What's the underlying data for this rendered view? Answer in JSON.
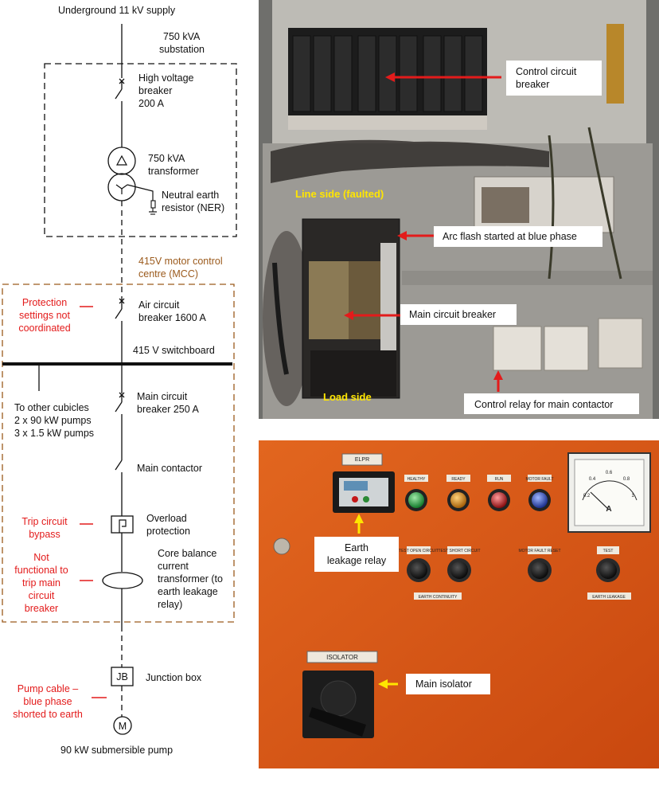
{
  "single_line_diagram": {
    "supply": "Underground 11 kV supply",
    "substation": [
      "750 kVA",
      "substation"
    ],
    "hv_breaker": [
      "High voltage",
      "breaker",
      "200 A"
    ],
    "transformer": [
      "750 kVA",
      "transformer"
    ],
    "ner": [
      "Neutral earth",
      "resistor (NER)"
    ],
    "mcc": [
      "415V motor control",
      "centre (MCC)"
    ],
    "acb": [
      "Air circuit",
      "breaker 1600 A"
    ],
    "protection_note": [
      "Protection",
      "settings not",
      "coordinated"
    ],
    "switchboard": "415 V switchboard",
    "other_cubicles": [
      "To other cubicles",
      "2 x 90 kW pumps",
      "3 x 1.5 kW pumps"
    ],
    "mcb": [
      "Main circuit",
      "breaker 250 A"
    ],
    "main_contactor": "Main contactor",
    "overload": [
      "Overload",
      "protection"
    ],
    "trip_bypass": [
      "Trip circuit",
      "bypass"
    ],
    "cbct": [
      "Core balance",
      "current",
      "transformer (to",
      "earth leakage",
      "relay)"
    ],
    "not_functional": [
      "Not",
      "functional to",
      "trip main",
      "circuit",
      "breaker"
    ],
    "junction_box": "Junction box",
    "jb_symbol": "JB",
    "pump_cable": [
      "Pump cable –",
      "blue phase",
      "shorted to earth"
    ],
    "motor_symbol": "M",
    "pump": "90 kW submersible pump",
    "colors": {
      "line": "#111111",
      "mcc_border": "#9b5a1c",
      "note_red": "#e31b1b"
    }
  },
  "photo_top": {
    "callouts": {
      "control_circuit_breaker": [
        "Control circuit",
        "breaker"
      ],
      "arc_flash": "Arc flash started at blue phase",
      "main_circuit_breaker": "Main circuit breaker",
      "control_relay": "Control relay for main contactor"
    },
    "line_side": "Line side (faulted)",
    "load_side": "Load side"
  },
  "photo_bottom": {
    "elpr_tag": "ELPR",
    "lamp_labels": [
      "HEALTHY",
      "READY",
      "RUN",
      "MOTOR FAULT"
    ],
    "button_labels": [
      "TEST OPEN CIRCUIT",
      "TEST SHORT CIRCUIT",
      "MOTOR FAULT RESET",
      "TEST"
    ],
    "earth_continuity": "EARTH CONTINUITY",
    "earth_leakage": "EARTH LEAKAGE",
    "ammeter_unit": "A",
    "ammeter_ticks": [
      "0.4",
      "0.6",
      "0.8",
      "0.2",
      "1"
    ],
    "isolator_tag": "ISOLATOR",
    "callouts": {
      "earth_leakage_relay": [
        "Earth",
        "leakage relay"
      ],
      "main_isolator": "Main isolator"
    }
  }
}
